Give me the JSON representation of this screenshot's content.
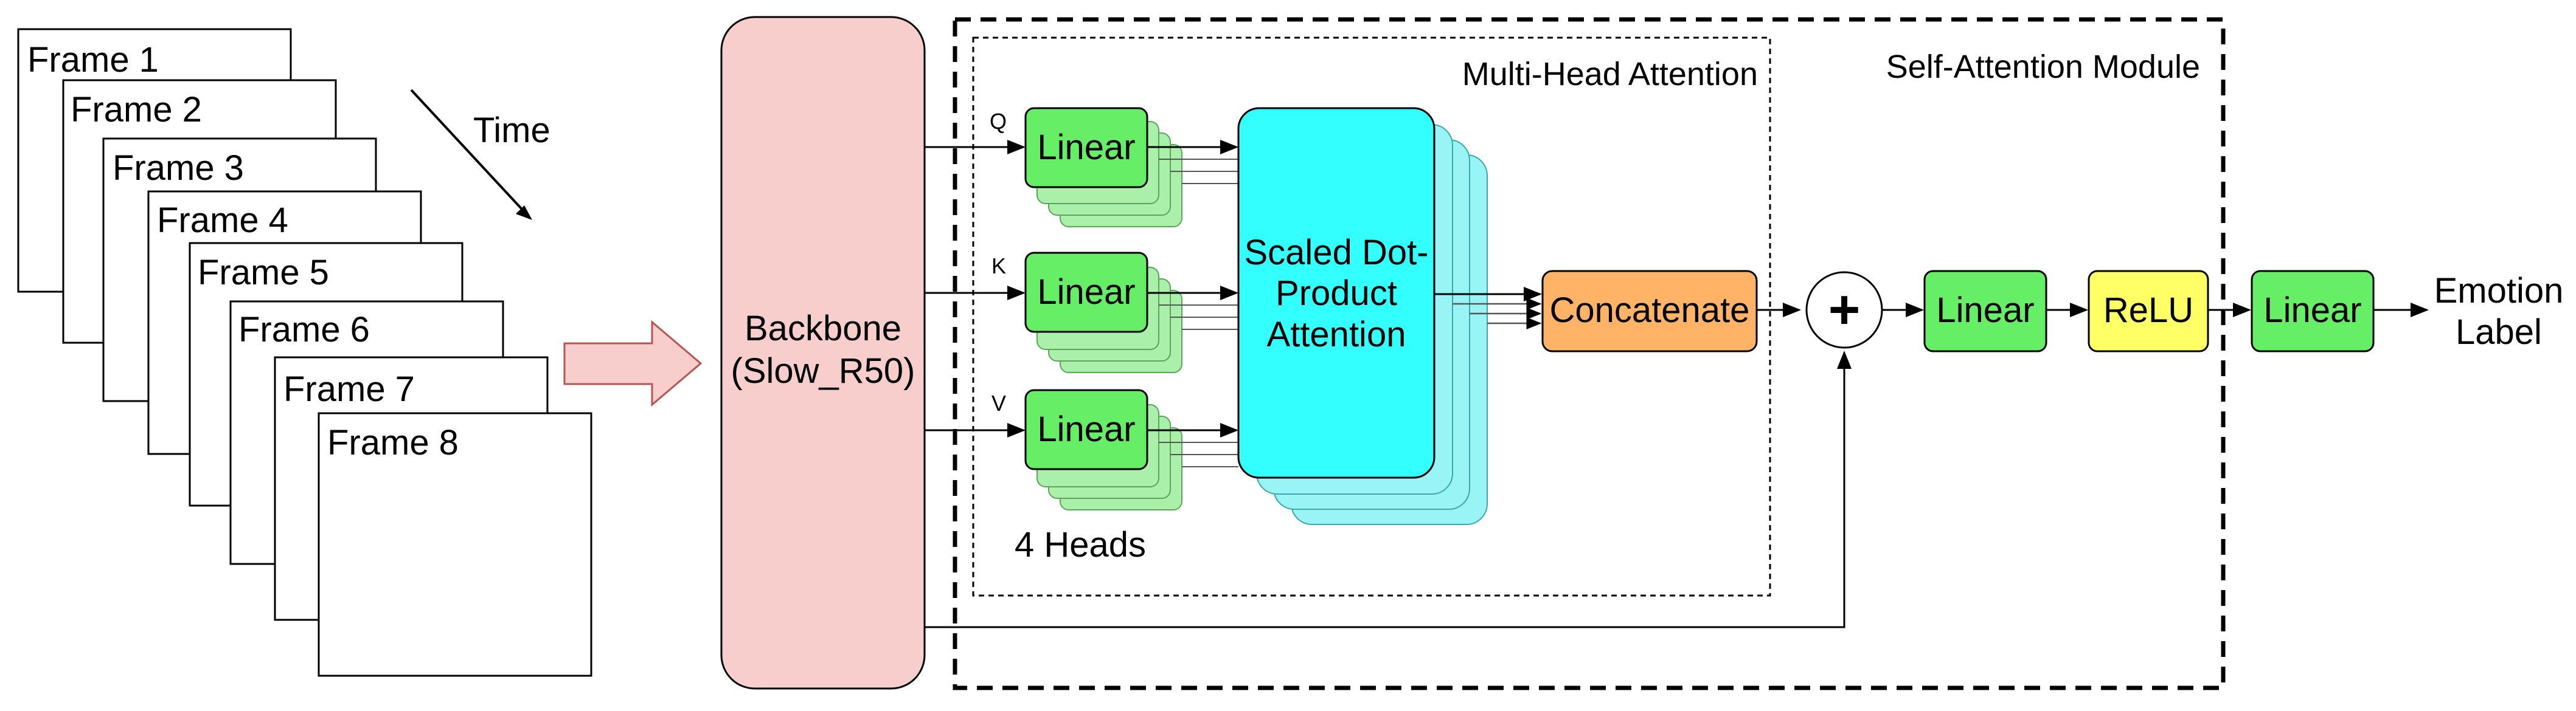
{
  "frames": [
    "Frame 1",
    "Frame 2",
    "Frame 3",
    "Frame 4",
    "Frame 5",
    "Frame 6",
    "Frame 7",
    "Frame 8"
  ],
  "time_label": "Time",
  "backbone": {
    "line1": "Backbone",
    "line2": "(Slow_R50)"
  },
  "module_title": "Self-Attention Module",
  "mha_title": "Multi-Head Attention",
  "inputs": {
    "q": "Q",
    "k": "K",
    "v": "V"
  },
  "linear_label": "Linear",
  "heads_label": "4 Heads",
  "sdpa": {
    "line1": "Scaled Dot-",
    "line2": "Product",
    "line3": "Attention"
  },
  "concat_label": "Concatenate",
  "add_symbol": "+",
  "relu_label": "ReLU",
  "output": {
    "line1": "Emotion",
    "line2": "Label"
  },
  "colors": {
    "backbone": "#f8cecc",
    "linear": "#66ee66",
    "linear_shadow": "#aaf0aa",
    "sdpa": "#33ffff",
    "sdpa_shadow": "#99f5f5",
    "concat": "#ffb366",
    "relu": "#ffff66"
  }
}
